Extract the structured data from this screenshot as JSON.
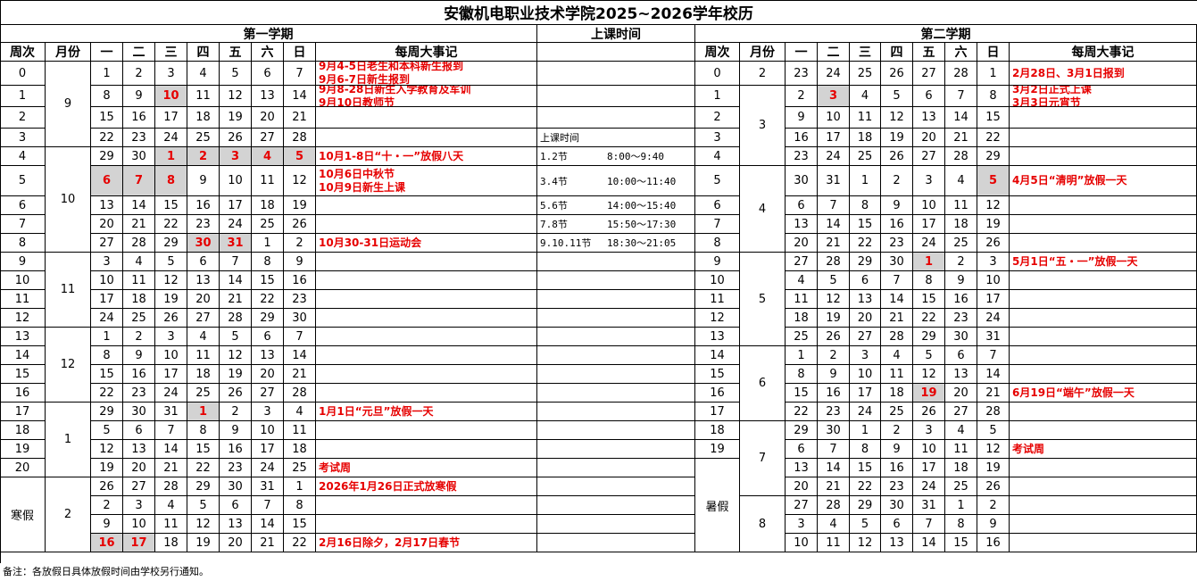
{
  "title": "安徽机电职业技术学院2025~2026学年校历",
  "sem1_header": "第一学期",
  "sem2_header": "第二学期",
  "class_time_header": "上课时间",
  "col_headers": [
    "周次",
    "月份",
    "一",
    "二",
    "三",
    "四",
    "五",
    "六",
    "日",
    "每周大事记"
  ],
  "note": "备注：各放假日具体放假时间由学校另行通知。",
  "colors": {
    "event": "#e60000",
    "highlight": "#d3d3d3"
  },
  "class_times": {
    "label": "上课时间",
    "slots": [
      {
        "period": "1.2节",
        "time": "8:00～9:40"
      },
      {
        "period": "3.4节",
        "time": "10:00～11:40"
      },
      {
        "period": "5.6节",
        "time": "14:00～15:40"
      },
      {
        "period": "7.8节",
        "time": "15:50～17:30"
      },
      {
        "period": "9.10.11节",
        "time": "18:30～21:05"
      }
    ]
  },
  "sem1": {
    "weeks": [
      "0",
      "1",
      "2",
      "3",
      "4",
      "5",
      "6",
      "7",
      "8",
      "9",
      "10",
      "11",
      "12",
      "13",
      "14",
      "15",
      "16",
      "17",
      "18",
      "19",
      "20"
    ],
    "vacation_label": "寒假",
    "months": [
      {
        "label": "9",
        "start": 0,
        "span": 4
      },
      {
        "label": "10",
        "start": 4,
        "span": 5
      },
      {
        "label": "11",
        "start": 9,
        "span": 4
      },
      {
        "label": "12",
        "start": 13,
        "span": 4
      },
      {
        "label": "1",
        "start": 17,
        "span": 4
      },
      {
        "label": "2",
        "start": 21,
        "span": 4
      }
    ],
    "days": [
      [
        "1",
        "2",
        "3",
        "4",
        "5",
        "6",
        "7"
      ],
      [
        "8",
        "9",
        "10",
        "11",
        "12",
        "13",
        "14"
      ],
      [
        "15",
        "16",
        "17",
        "18",
        "19",
        "20",
        "21"
      ],
      [
        "22",
        "23",
        "24",
        "25",
        "26",
        "27",
        "28"
      ],
      [
        "29",
        "30",
        "1",
        "2",
        "3",
        "4",
        "5"
      ],
      [
        "6",
        "7",
        "8",
        "9",
        "10",
        "11",
        "12"
      ],
      [
        "13",
        "14",
        "15",
        "16",
        "17",
        "18",
        "19"
      ],
      [
        "20",
        "21",
        "22",
        "23",
        "24",
        "25",
        "26"
      ],
      [
        "27",
        "28",
        "29",
        "30",
        "31",
        "1",
        "2"
      ],
      [
        "3",
        "4",
        "5",
        "6",
        "7",
        "8",
        "9"
      ],
      [
        "10",
        "11",
        "12",
        "13",
        "14",
        "15",
        "16"
      ],
      [
        "17",
        "18",
        "19",
        "20",
        "21",
        "22",
        "23"
      ],
      [
        "24",
        "25",
        "26",
        "27",
        "28",
        "29",
        "30"
      ],
      [
        "1",
        "2",
        "3",
        "4",
        "5",
        "6",
        "7"
      ],
      [
        "8",
        "9",
        "10",
        "11",
        "12",
        "13",
        "14"
      ],
      [
        "15",
        "16",
        "17",
        "18",
        "19",
        "20",
        "21"
      ],
      [
        "22",
        "23",
        "24",
        "25",
        "26",
        "27",
        "28"
      ],
      [
        "29",
        "30",
        "31",
        "1",
        "2",
        "3",
        "4"
      ],
      [
        "5",
        "6",
        "7",
        "8",
        "9",
        "10",
        "11"
      ],
      [
        "12",
        "13",
        "14",
        "15",
        "16",
        "17",
        "18"
      ],
      [
        "19",
        "20",
        "21",
        "22",
        "23",
        "24",
        "25"
      ],
      [
        "26",
        "27",
        "28",
        "29",
        "30",
        "31",
        "1"
      ],
      [
        "2",
        "3",
        "4",
        "5",
        "6",
        "7",
        "8"
      ],
      [
        "9",
        "10",
        "11",
        "12",
        "13",
        "14",
        "15"
      ],
      [
        "16",
        "17",
        "18",
        "19",
        "20",
        "21",
        "22"
      ]
    ],
    "red": [
      [
        1,
        2
      ],
      [
        4,
        2
      ],
      [
        4,
        3
      ],
      [
        4,
        4
      ],
      [
        4,
        5
      ],
      [
        4,
        6
      ],
      [
        5,
        0
      ],
      [
        5,
        1
      ],
      [
        5,
        2
      ],
      [
        8,
        3
      ],
      [
        8,
        4
      ],
      [
        17,
        3
      ],
      [
        24,
        0
      ],
      [
        24,
        1
      ]
    ],
    "highlight": [
      [
        1,
        2
      ],
      [
        4,
        2
      ],
      [
        4,
        3
      ],
      [
        4,
        4
      ],
      [
        4,
        5
      ],
      [
        4,
        6
      ],
      [
        5,
        0
      ],
      [
        5,
        1
      ],
      [
        5,
        2
      ],
      [
        8,
        3
      ],
      [
        8,
        4
      ],
      [
        17,
        3
      ],
      [
        24,
        0
      ],
      [
        24,
        1
      ]
    ],
    "events": [
      "9月4-5日老生和本科新生报到\n9月6-7日新生报到",
      "9月8-28日新生入学教育及军训\n9月10日教师节",
      "",
      "",
      "10月1-8日“十・一”放假八天",
      "10月6日中秋节\n10月9日新生上课",
      "",
      "",
      "10月30-31日运动会",
      "",
      "",
      "",
      "",
      "",
      "",
      "",
      "",
      "1月1日“元旦”放假一天",
      "",
      "",
      "考试周",
      "2026年1月26日正式放寒假",
      "",
      "",
      "2月16日除夕，2月17日春节"
    ]
  },
  "sem2": {
    "weeks": [
      "0",
      "1",
      "2",
      "3",
      "4",
      "5",
      "6",
      "7",
      "8",
      "9",
      "10",
      "11",
      "12",
      "13",
      "14",
      "15",
      "16",
      "17",
      "18",
      "19"
    ],
    "vacation_label": "暑假",
    "months": [
      {
        "label": "2",
        "start": 0,
        "span": 1
      },
      {
        "label": "3",
        "start": 1,
        "span": 4
      },
      {
        "label": "4",
        "start": 5,
        "span": 4
      },
      {
        "label": "5",
        "start": 9,
        "span": 5
      },
      {
        "label": "6",
        "start": 14,
        "span": 4
      },
      {
        "label": "7",
        "start": 18,
        "span": 4
      },
      {
        "label": "8",
        "start": 22,
        "span": 3
      }
    ],
    "days": [
      [
        "23",
        "24",
        "25",
        "26",
        "27",
        "28",
        "1"
      ],
      [
        "2",
        "3",
        "4",
        "5",
        "6",
        "7",
        "8"
      ],
      [
        "9",
        "10",
        "11",
        "12",
        "13",
        "14",
        "15"
      ],
      [
        "16",
        "17",
        "18",
        "19",
        "20",
        "21",
        "22"
      ],
      [
        "23",
        "24",
        "25",
        "26",
        "27",
        "28",
        "29"
      ],
      [
        "30",
        "31",
        "1",
        "2",
        "3",
        "4",
        "5"
      ],
      [
        "6",
        "7",
        "8",
        "9",
        "10",
        "11",
        "12"
      ],
      [
        "13",
        "14",
        "15",
        "16",
        "17",
        "18",
        "19"
      ],
      [
        "20",
        "21",
        "22",
        "23",
        "24",
        "25",
        "26"
      ],
      [
        "27",
        "28",
        "29",
        "30",
        "1",
        "2",
        "3"
      ],
      [
        "4",
        "5",
        "6",
        "7",
        "8",
        "9",
        "10"
      ],
      [
        "11",
        "12",
        "13",
        "14",
        "15",
        "16",
        "17"
      ],
      [
        "18",
        "19",
        "20",
        "21",
        "22",
        "23",
        "24"
      ],
      [
        "25",
        "26",
        "27",
        "28",
        "29",
        "30",
        "31"
      ],
      [
        "1",
        "2",
        "3",
        "4",
        "5",
        "6",
        "7"
      ],
      [
        "8",
        "9",
        "10",
        "11",
        "12",
        "13",
        "14"
      ],
      [
        "15",
        "16",
        "17",
        "18",
        "19",
        "20",
        "21"
      ],
      [
        "22",
        "23",
        "24",
        "25",
        "26",
        "27",
        "28"
      ],
      [
        "29",
        "30",
        "1",
        "2",
        "3",
        "4",
        "5"
      ],
      [
        "6",
        "7",
        "8",
        "9",
        "10",
        "11",
        "12"
      ],
      [
        "13",
        "14",
        "15",
        "16",
        "17",
        "18",
        "19"
      ],
      [
        "20",
        "21",
        "22",
        "23",
        "24",
        "25",
        "26"
      ],
      [
        "27",
        "28",
        "29",
        "30",
        "31",
        "1",
        "2"
      ],
      [
        "3",
        "4",
        "5",
        "6",
        "7",
        "8",
        "9"
      ],
      [
        "10",
        "11",
        "12",
        "13",
        "14",
        "15",
        "16"
      ]
    ],
    "red": [
      [
        1,
        1
      ],
      [
        5,
        6
      ],
      [
        9,
        4
      ],
      [
        16,
        4
      ]
    ],
    "highlight": [
      [
        1,
        1
      ],
      [
        5,
        6
      ],
      [
        9,
        4
      ],
      [
        16,
        4
      ]
    ],
    "events": [
      "2月28日、3月1日报到",
      "3月2日正式上课\n3月3日元宵节",
      "",
      "",
      "",
      "4月5日“清明”放假一天",
      "",
      "",
      "",
      "5月1日“五・一”放假一天",
      "",
      "",
      "",
      "",
      "",
      "",
      "6月19日“端午”放假一天",
      "",
      "",
      "考试周",
      "",
      "",
      "",
      "",
      ""
    ]
  }
}
